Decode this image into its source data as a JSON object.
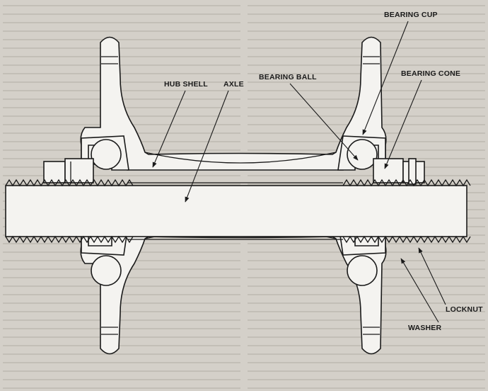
{
  "labels": {
    "hub_shell": "HUB SHELL",
    "axle": "AXLE",
    "bearing_ball": "BEARING BALL",
    "bearing_cup": "BEARING CUP",
    "bearing_cone": "BEARING CONE",
    "locknut": "LOCKNUT",
    "washer": "WASHER"
  },
  "colors": {
    "background": "#d4d0c9",
    "part_fill": "#f4f3f0",
    "ink": "#1a1a1a"
  }
}
